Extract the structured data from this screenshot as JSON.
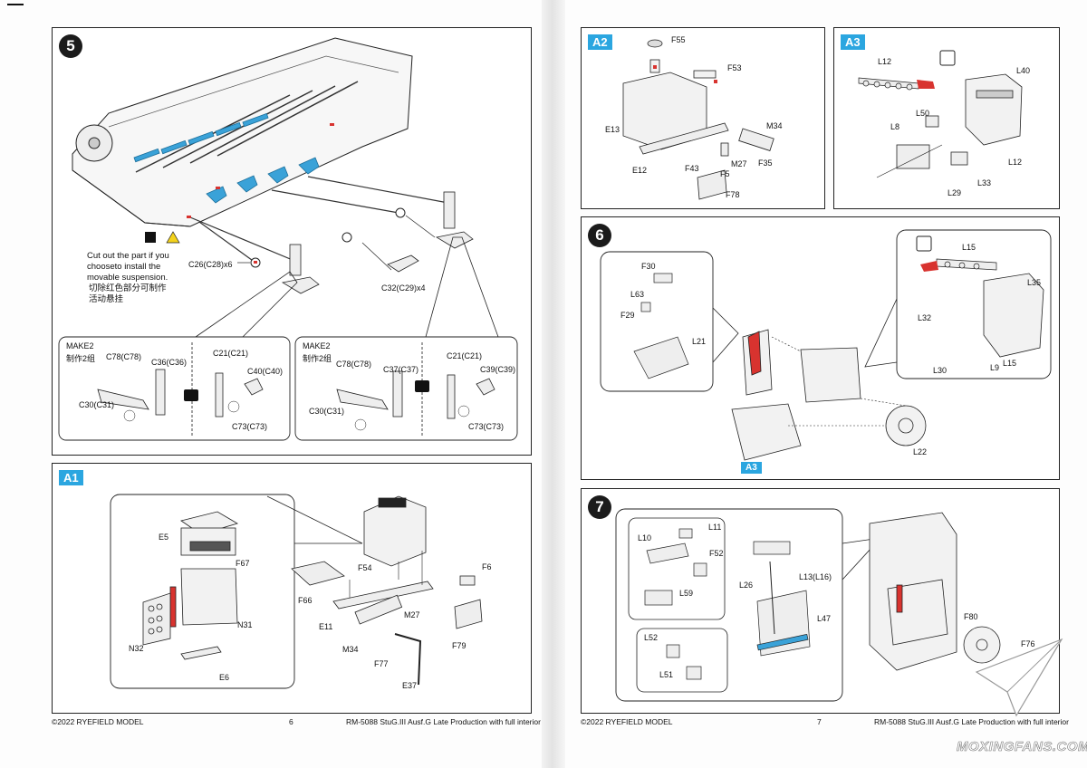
{
  "left_page": {
    "step5": {
      "number": "5",
      "note_en": "Cut out the part if you chooseto install the movable suspension.",
      "note_zh_1": "切除红色部分可制作",
      "note_zh_2": "活动悬挂",
      "labels": {
        "c26": "C26(C28)x6",
        "c32": "C32(C29)x4"
      },
      "make_left": {
        "make": "MAKE2",
        "make_zh": "制作2组",
        "c78": "C78(C78)",
        "c36": "C36(C36)",
        "c30": "C30(C31)",
        "c21": "C21(C21)",
        "c40": "C40(C40)",
        "c73": "C73(C73)"
      },
      "make_right": {
        "make": "MAKE2",
        "make_zh": "制作2组",
        "c78": "C78(C78)",
        "c37": "C37(C37)",
        "c30": "C30(C31)",
        "c21": "C21(C21)",
        "c39": "C39(C39)",
        "c73": "C73(C73)"
      }
    },
    "a1": {
      "tag": "A1",
      "labels": {
        "e5": "E5",
        "f67": "F67",
        "n32": "N32",
        "n31": "N31",
        "e6": "E6",
        "f54": "F54",
        "f6": "F6",
        "f66": "F66",
        "e11": "E11",
        "m27": "M27",
        "m34": "M34",
        "f79": "F79",
        "f77": "F77",
        "e37": "E37"
      }
    },
    "footer": {
      "copyright": "©2022 RYEFIELD MODEL",
      "page": "6",
      "title": "RM-5088 StuG.III Ausf.G Late Production with full interior"
    }
  },
  "right_page": {
    "a2": {
      "tag": "A2",
      "labels": {
        "f55": "F55",
        "f53": "F53",
        "e13": "E13",
        "m34": "M34",
        "e12": "E12",
        "f43": "F43",
        "m27": "M27",
        "f35": "F35",
        "f5": "F5",
        "f78": "F78"
      }
    },
    "a3": {
      "tag": "A3",
      "labels": {
        "l12a": "L12",
        "l40": "L40",
        "l8": "L8",
        "l50": "L50",
        "l12b": "L12",
        "l29": "L29",
        "l33": "L33"
      }
    },
    "step6": {
      "number": "6",
      "labels": {
        "f30": "F30",
        "l63": "L63",
        "f29": "F29",
        "l21": "L21",
        "l15a": "L15",
        "l35": "L35",
        "l32": "L32",
        "l30": "L30",
        "l9": "L9",
        "l15b": "L15",
        "l22": "L22"
      },
      "ref_tag": "A3"
    },
    "step7": {
      "number": "7",
      "labels": {
        "l10": "L10",
        "l11": "L11",
        "f52": "F52",
        "l59": "L59",
        "l26": "L26",
        "l13": "L13(L16)",
        "l47": "L47",
        "l52": "L52",
        "l51": "L51",
        "f80": "F80",
        "f76": "F76"
      }
    },
    "footer": {
      "copyright": "©2022 RYEFIELD MODEL",
      "page": "7",
      "title": "RM-5088 StuG.III Ausf.G Late Production with full interior"
    }
  },
  "watermark": "MOXINGFANS.COM",
  "colors": {
    "accent_blue": "#2ba6e0",
    "part_blue": "#3aa2d8",
    "cut_red": "#d8332f",
    "line": "#222222"
  }
}
